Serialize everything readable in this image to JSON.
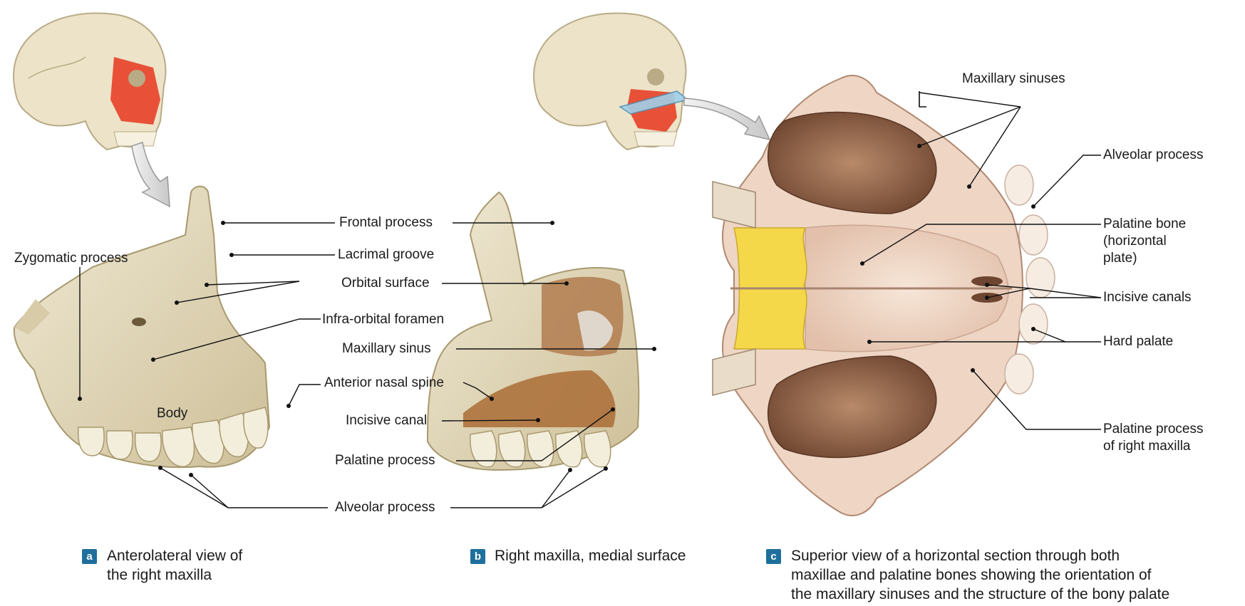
{
  "panel_a": {
    "badge": "a",
    "caption_line1": "Anterolateral view of",
    "caption_line2": "the right maxilla",
    "labels": {
      "frontal_process": "Frontal process",
      "lacrimal_groove": "Lacrimal groove",
      "orbital_surface": "Orbital surface",
      "zygomatic_process": "Zygomatic process",
      "infra_orbital_foramen": "Infra-orbital foramen",
      "anterior_nasal_spine": "Anterior nasal spine",
      "body": "Body",
      "alveolar_process": "Alveolar process"
    }
  },
  "panel_b": {
    "badge": "b",
    "caption": "Right maxilla, medial surface",
    "labels": {
      "maxillary_sinus": "Maxillary sinus",
      "incisive_canal": "Incisive canal",
      "palatine_process": "Palatine process"
    }
  },
  "panel_c": {
    "badge": "c",
    "caption_line1": "Superior view of a horizontal section through both",
    "caption_line2": "maxillae and palatine bones showing the orientation of",
    "caption_line3": "the maxillary sinuses and the structure of the bony palate",
    "labels": {
      "maxillary_sinuses": "Maxillary sinuses",
      "alveolar_process": "Alveolar process",
      "palatine_bone_1": "Palatine bone",
      "palatine_bone_2": "(horizontal",
      "palatine_bone_3": "plate)",
      "incisive_canals": "Incisive canals",
      "hard_palate": "Hard palate",
      "palatine_process_1": "Palatine process",
      "palatine_process_2": "of right maxilla"
    }
  },
  "colors": {
    "bone": "#e9e1c8",
    "bone_shadow": "#cfc3a0",
    "skull_highlight": "#e8492f",
    "sinus_brown": "#8a5d43",
    "palatine_yellow": "#f5d84a",
    "palate_pink": "#ecd3c4",
    "badge_blue": "#1f6f9c"
  }
}
